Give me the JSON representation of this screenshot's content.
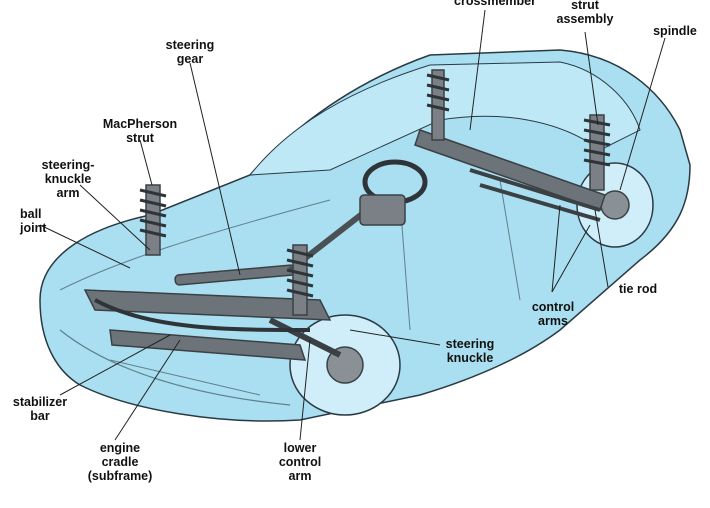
{
  "labels": {
    "crossmember": "crossmember",
    "strut_assembly": "strut\nassembly",
    "spindle": "spindle",
    "steering_gear": "steering\ngear",
    "macpherson_strut": "MacPherson\nstrut",
    "steering_knuckle_arm": "steering-\nknuckle\narm",
    "ball_joint": "ball\njoint",
    "tie_rod": "tie rod",
    "control_arms": "control\narms",
    "steering_knuckle": "steering\nknuckle",
    "stabilizer_bar": "stabilizer\nbar",
    "engine_cradle": "engine\ncradle\n(subframe)",
    "lower_control_arm": "lower\ncontrol\narm"
  },
  "colors": {
    "body": "#a9dff0",
    "body_shade": "#8fcde3",
    "outline": "#2a3a44",
    "parts": "#6d7479",
    "parts_dark": "#3b4044",
    "leader": "#222222"
  }
}
